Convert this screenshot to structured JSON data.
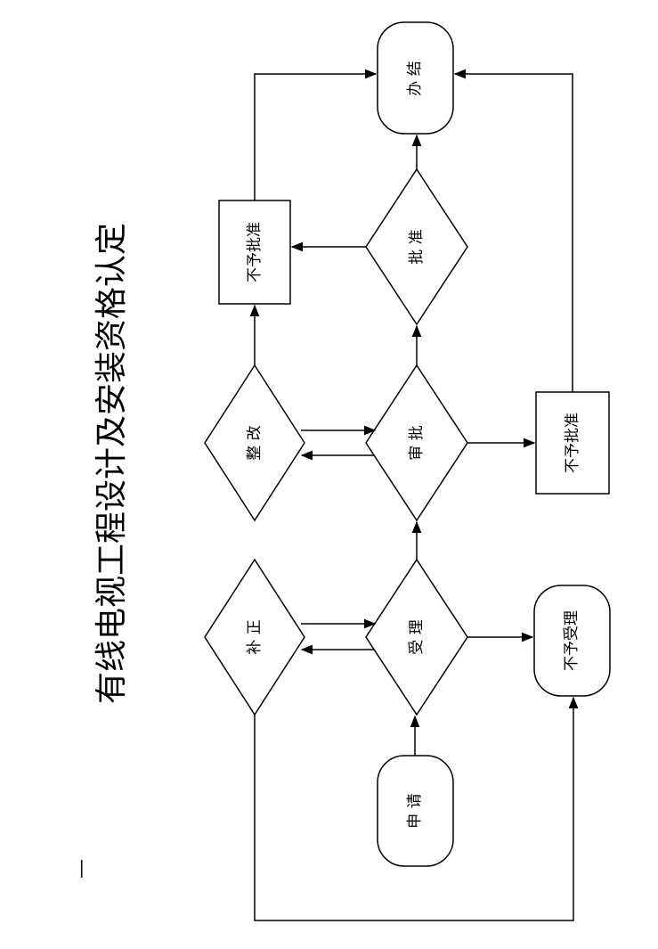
{
  "title": "有线电视工程设计及安装资格认定",
  "page_mark": "—",
  "nodes": {
    "apply": "申 请",
    "accept": "受 理",
    "supplement": "补 正",
    "not_accept": "不予受理",
    "review": "审 批",
    "rectify": "整 改",
    "reject_lower": "不予批准",
    "approve": "批 准",
    "reject_upper": "不予批准",
    "conclude": "办 结"
  }
}
